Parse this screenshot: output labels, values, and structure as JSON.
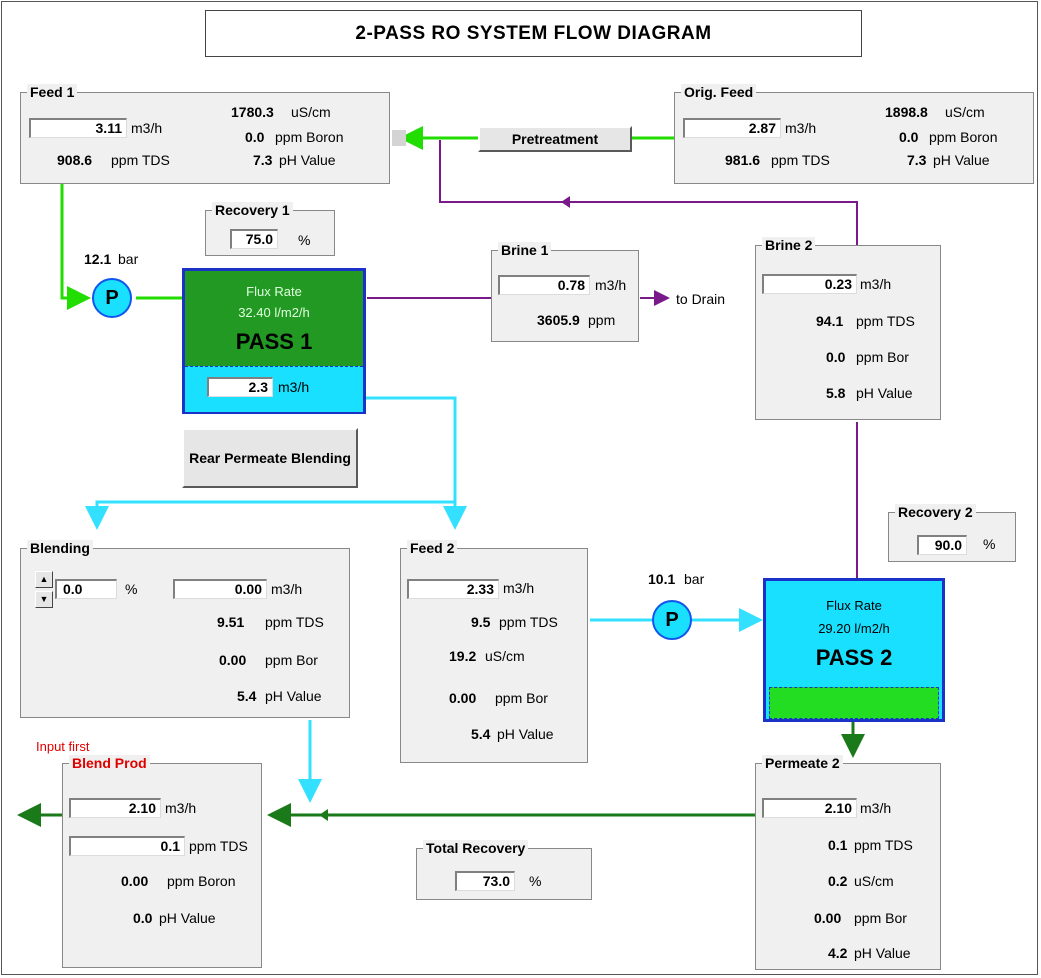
{
  "title": "2-PASS RO SYSTEM FLOW DIAGRAM",
  "feed1": {
    "caption": "Feed 1",
    "flow": "3.11",
    "flow_unit": "m3/h",
    "conductivity": "1780.3",
    "cond_unit": "uS/cm",
    "boron": "0.0",
    "boron_unit": "ppm Boron",
    "tds": "908.6",
    "tds_unit": "ppm TDS",
    "ph": "7.3",
    "ph_unit": "pH Value"
  },
  "orig_feed": {
    "caption": "Orig. Feed",
    "flow": "2.87",
    "flow_unit": "m3/h",
    "conductivity": "1898.8",
    "cond_unit": "uS/cm",
    "boron": "0.0",
    "boron_unit": "ppm Boron",
    "tds": "981.6",
    "tds_unit": "ppm TDS",
    "ph": "7.3",
    "ph_unit": "pH Value"
  },
  "pretreatment_label": "Pretreatment",
  "recovery1": {
    "caption": "Recovery 1",
    "value": "75.0",
    "unit": "%"
  },
  "pump1": {
    "pressure": "12.1",
    "unit": "bar",
    "symbol": "P"
  },
  "pass1": {
    "flux_label": "Flux Rate",
    "flux": "32.40",
    "flux_unit": "l/m2/h",
    "name": "PASS 1",
    "permeate": "2.3",
    "permeate_unit": "m3/h"
  },
  "brine1": {
    "caption": "Brine 1",
    "flow": "0.78",
    "flow_unit": "m3/h",
    "tds": "3605.9",
    "tds_unit": "ppm"
  },
  "to_drain": "to Drain",
  "brine2": {
    "caption": "Brine 2",
    "flow": "0.23",
    "flow_unit": "m3/h",
    "tds": "94.1",
    "tds_unit": "ppm TDS",
    "boron": "0.0",
    "boron_unit": "ppm Bor",
    "ph": "5.8",
    "ph_unit": "pH Value"
  },
  "rear_permeate_button": "Rear Permeate Blending",
  "recovery2": {
    "caption": "Recovery 2",
    "value": "90.0",
    "unit": "%"
  },
  "blending": {
    "caption": "Blending",
    "percent": "0.0",
    "percent_unit": "%",
    "flow": "0.00",
    "flow_unit": "m3/h",
    "tds": "9.51",
    "tds_unit": "ppm TDS",
    "boron": "0.00",
    "boron_unit": "ppm Bor",
    "ph": "5.4",
    "ph_unit": "pH Value"
  },
  "feed2": {
    "caption": "Feed 2",
    "flow": "2.33",
    "flow_unit": "m3/h",
    "tds": "9.5",
    "tds_unit": "ppm TDS",
    "conductivity": "19.2",
    "cond_unit": "uS/cm",
    "boron": "0.00",
    "boron_unit": "ppm Bor",
    "ph": "5.4",
    "ph_unit": "pH Value"
  },
  "pump2": {
    "pressure": "10.1",
    "unit": "bar",
    "symbol": "P"
  },
  "pass2": {
    "flux_label": "Flux Rate",
    "flux": "29.20",
    "flux_unit": "l/m2/h",
    "name": "PASS 2"
  },
  "input_first": "Input first",
  "blend_prod": {
    "caption": "Blend Prod",
    "flow": "2.10",
    "flow_unit": "m3/h",
    "tds": "0.1",
    "tds_unit": "ppm TDS",
    "boron": "0.00",
    "boron_unit": "ppm Boron",
    "ph": "0.0",
    "ph_unit": "pH Value"
  },
  "total_recovery": {
    "caption": "Total Recovery",
    "value": "73.0",
    "unit": "%"
  },
  "permeate2": {
    "caption": "Permeate 2",
    "flow": "2.10",
    "flow_unit": "m3/h",
    "tds": "0.1",
    "tds_unit": "ppm TDS",
    "conductivity": "0.2",
    "cond_unit": "uS/cm",
    "boron": "0.00",
    "boron_unit": "ppm Bor",
    "ph": "4.2",
    "ph_unit": "pH Value"
  },
  "colors": {
    "green_line": "#22dd00",
    "dark_green_line": "#1a7a1a",
    "purple_line": "#7a1a8a",
    "cyan_line": "#33e0ff",
    "pass1_green": "#229922",
    "pass_cyan": "#19e0ff",
    "pass2_bottom": "#22dd22"
  }
}
